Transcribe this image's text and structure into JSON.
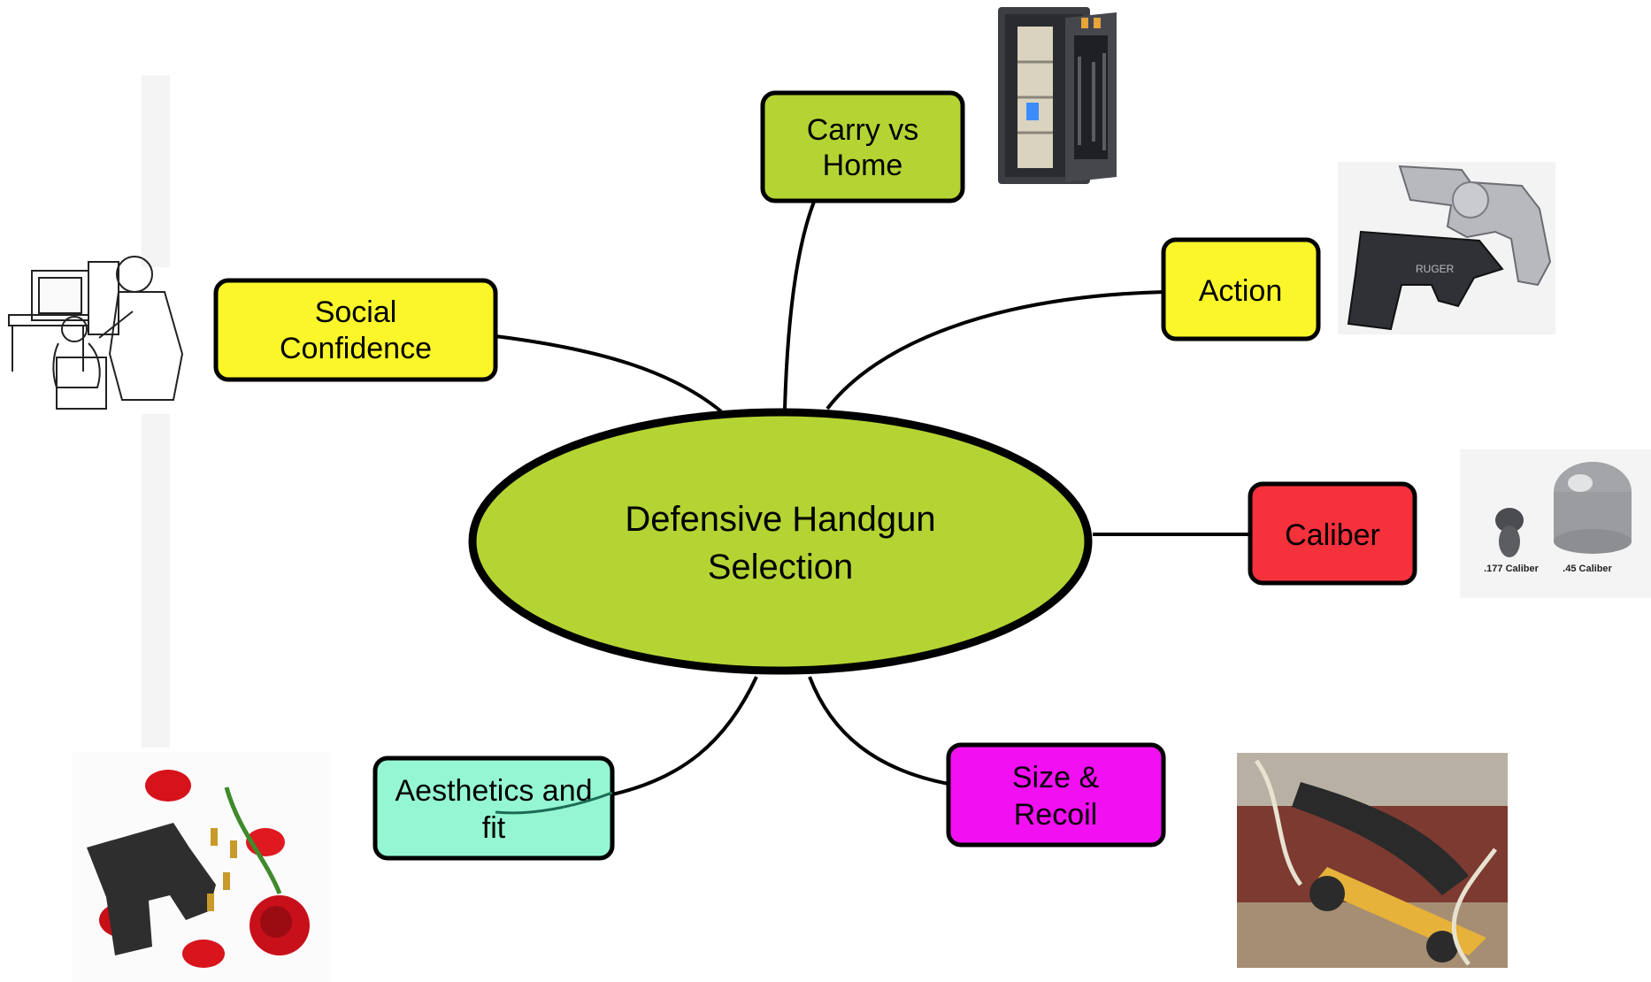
{
  "colors": {
    "green": "#b4d433",
    "yellow": "#fbf62a",
    "red": "#f5313c",
    "magenta": "#f20ff2",
    "aqua": "#95f6d3",
    "stroke": "#000000"
  },
  "center": {
    "lines": [
      "Defensive Handgun",
      "Selection"
    ],
    "color": "green"
  },
  "nodes": [
    {
      "id": "carry-vs-home",
      "lines": [
        "Carry vs",
        "Home"
      ],
      "color": "green",
      "picture": "gun-safe-illustration"
    },
    {
      "id": "social-confidence",
      "lines": [
        "Social",
        "Confidence"
      ],
      "color": "yellow",
      "picture": "people-at-computer-illustration"
    },
    {
      "id": "action",
      "lines": [
        "Action"
      ],
      "color": "yellow",
      "picture": "revolver-and-pistol-illustration"
    },
    {
      "id": "caliber",
      "lines": [
        "Caliber"
      ],
      "color": "red",
      "picture": "bullet-comparison-illustration"
    },
    {
      "id": "size-recoil",
      "lines": [
        "Size &",
        "Recoil"
      ],
      "color": "magenta",
      "picture": "cannon-illustration"
    },
    {
      "id": "aesthetics-fit",
      "lines": [
        "Aesthetics and",
        "fit"
      ],
      "color": "aqua",
      "picture": "pistol-and-roses-illustration"
    }
  ],
  "caliber_labels": [
    ".177 Caliber",
    ".45 Caliber"
  ]
}
